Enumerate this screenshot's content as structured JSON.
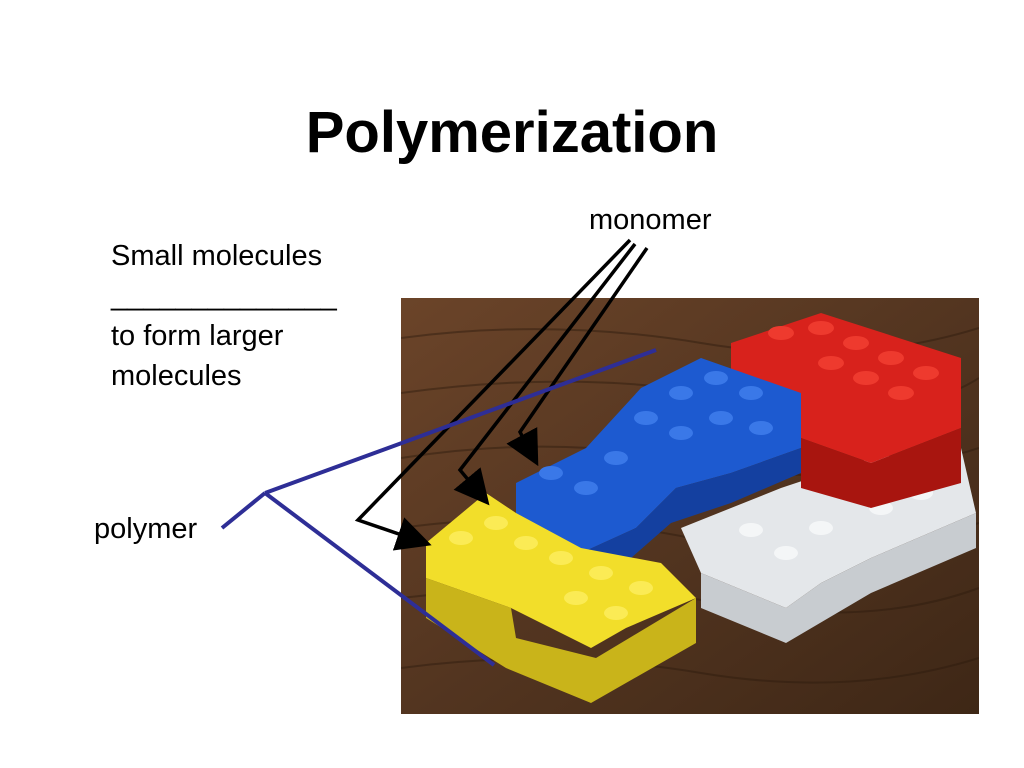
{
  "slide": {
    "title": "Polymerization",
    "intro_lines": [
      "Small molecules",
      "______________",
      "to form larger",
      "molecules"
    ]
  },
  "labels": {
    "monomer": "monomer",
    "polymer": "polymer"
  },
  "photo": {
    "description_icon": "lego-bricks-photo",
    "brick_colors": {
      "red": "#d8221c",
      "blue": "#1d5ad0",
      "white": "#e9ecef",
      "yellow": "#f2de2a"
    },
    "table_color": "#5a3a22"
  },
  "annotation_colors": {
    "monomer_arrows": "#000000",
    "polymer_bracket": "#2e2e96"
  }
}
